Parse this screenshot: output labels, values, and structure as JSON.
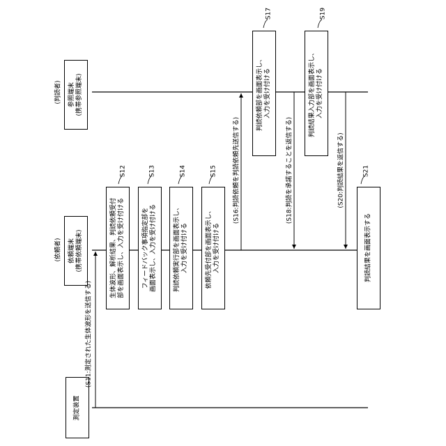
{
  "actors": {
    "device": {
      "name": "測定装置"
    },
    "requester": {
      "role": "(依頼者)",
      "name": "依頼端末\n(携帯依頼端末)"
    },
    "reader": {
      "role": "(判読者)",
      "name": "参照端末\n(携帯参照端末)"
    }
  },
  "messages": {
    "s11": "(S11:測定された生体波形を送信する)",
    "s16": "(S16:判読依頼を判読依頼先送信する)",
    "s18": "(S18:判読を承諾することを返信する)",
    "s20": "(S20:判読結果を返信する)"
  },
  "steps": {
    "s12": {
      "id": "S12",
      "text": "生体波形、解析結果、判読依頼受付\n部を画面表示し、入力を受け付ける"
    },
    "s13": {
      "id": "S13",
      "text": "フィードバック事項指定部を\n画面表示し、入力を受け付ける"
    },
    "s14": {
      "id": "S14",
      "text": "判読依頼実行部を画面表示し、\n入力を受け付ける"
    },
    "s15": {
      "id": "S15",
      "text": "依頼先受付部を画面表示し、\n入力を受け付ける"
    },
    "s17": {
      "id": "S17",
      "text": "判読依頼部を画面表示し、\n入力を受け付ける"
    },
    "s19": {
      "id": "S19",
      "text": "判読結果入力部を画面表示し、\n入力を受け付ける"
    },
    "s21": {
      "id": "S21",
      "text": "判読結果を画面表示する"
    }
  }
}
